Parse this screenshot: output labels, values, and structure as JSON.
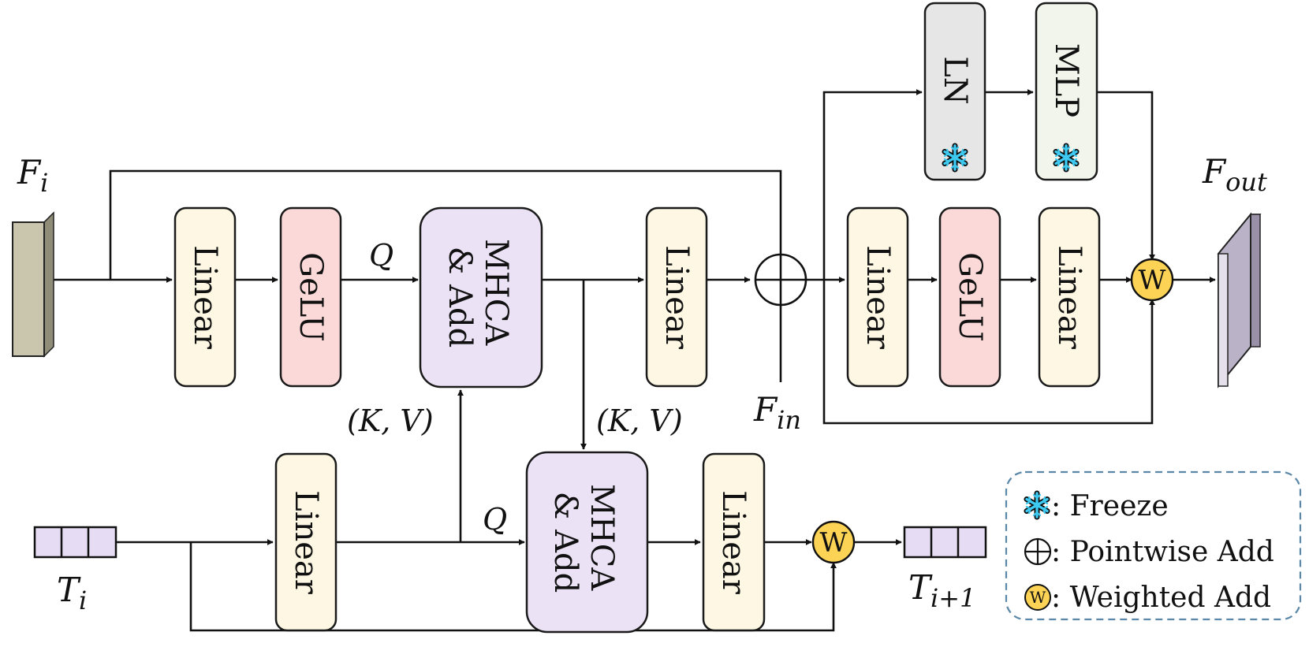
{
  "colors": {
    "linear": "#fdf7e3",
    "gelu": "#fbd9d9",
    "mhca": "#ece2f6",
    "ln": "#e6e6e6",
    "mlp": "#f2f5ec",
    "weighted": "#fcd354",
    "freeze": "#3ec9f0",
    "feature_in": "#cac6ad",
    "feature_out": "#bab2c6",
    "token": "#e6ddf4",
    "legend_border": "#5b88a8"
  },
  "inputs": {
    "fi": {
      "main": "F",
      "sub": "i"
    },
    "fout": {
      "main": "F",
      "sub": "out"
    },
    "fin": {
      "main": "F",
      "sub": "in"
    },
    "ti": {
      "main": "T",
      "sub": "i"
    },
    "ti1": {
      "main": "T",
      "sub": "i+1"
    }
  },
  "blocks": {
    "linear_label": "Linear",
    "gelu_label": "GeLU",
    "mhca_line1": "MHCA",
    "mhca_line2": "& Add",
    "ln_label": "LN",
    "mlp_label": "MLP"
  },
  "edges": {
    "q": "Q",
    "kv": "(K, V)"
  },
  "weighted_symbol": "W",
  "freeze_icon": "snowflake-icon",
  "add_icon": "pointwise-add-icon",
  "legend": {
    "freeze": ": Freeze",
    "pointwise_add": ": Pointwise Add",
    "weighted_add": ": Weighted Add"
  }
}
